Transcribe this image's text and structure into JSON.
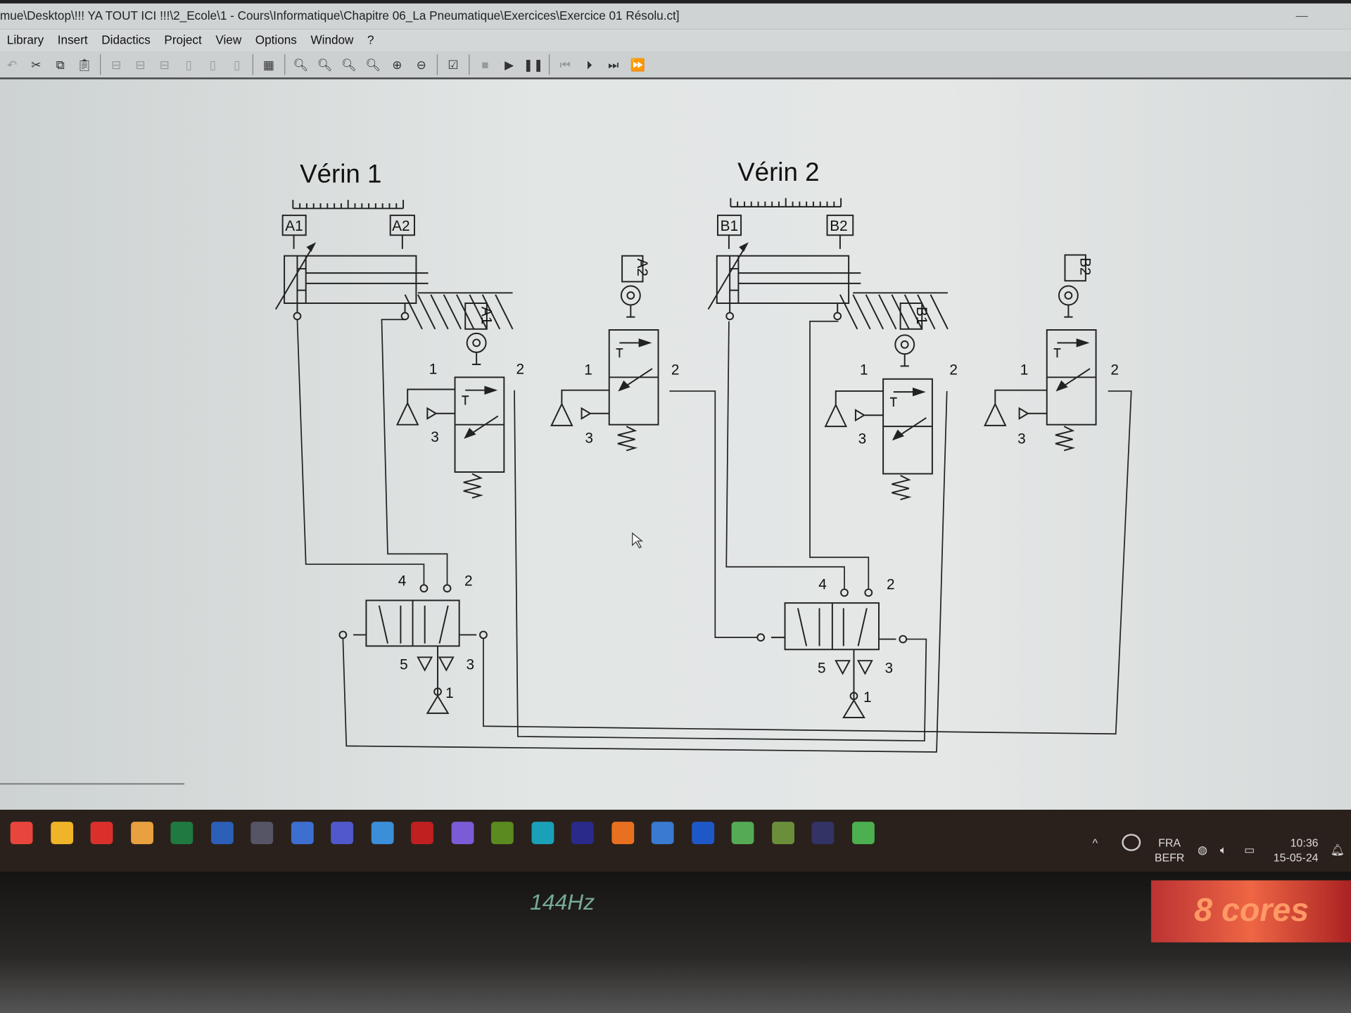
{
  "window": {
    "title": "mue\\Desktop\\!!! YA TOUT ICI !!!\\2_Ecole\\1 - Cours\\Informatique\\Chapitre 06_La Pneumatique\\Exercices\\Exercice 01 Résolu.ct]",
    "minimize": "—"
  },
  "menu": [
    "Library",
    "Insert",
    "Didactics",
    "Project",
    "View",
    "Options",
    "Window",
    "?"
  ],
  "toolbar": [
    "undo-icon",
    "cut-icon",
    "copy-icon",
    "paste-icon",
    "align-left-icon",
    "align-center-icon",
    "align-right-icon",
    "align-top-icon",
    "align-middle-icon",
    "align-bottom-icon",
    "grid-icon",
    "zoom-1-1-icon",
    "zoom-fit-width-icon",
    "zoom-all-icon",
    "zoom-window-icon",
    "zoom-in-icon",
    "zoom-out-icon",
    "check-icon",
    "stop-icon",
    "play-icon",
    "pause-icon",
    "rewind-icon",
    "step-icon",
    "step-end-icon",
    "fast-forward-icon"
  ],
  "diagram": {
    "cyl1": {
      "title": "Vérin 1",
      "left": "A1",
      "right": "A2"
    },
    "cyl2": {
      "title": "Vérin 2",
      "left": "B1",
      "right": "B2"
    },
    "limit_labels": {
      "a1": "A1",
      "a2": "A2",
      "b1": "B1",
      "b2": "B2"
    },
    "ports": {
      "p1": "1",
      "p2": "2",
      "p3": "3",
      "p4": "4",
      "p5": "5"
    }
  },
  "taskbar": {
    "apps": [
      "chrome",
      "file-explorer",
      "acrobat",
      "app-i",
      "excel",
      "word",
      "calculator",
      "snipping",
      "teams",
      "notepad",
      "app-red",
      "controller",
      "python",
      "arduino",
      "premiere",
      "blender",
      "editor",
      "festo-fluidsim",
      "app-m",
      "minecraft",
      "live",
      "app-green"
    ],
    "tray": {
      "lang1": "FRA",
      "lang2": "BEFR",
      "time": "10:36",
      "date": "15-05-24"
    }
  },
  "bezel": {
    "hz": "144Hz",
    "cores": "8 cores"
  }
}
